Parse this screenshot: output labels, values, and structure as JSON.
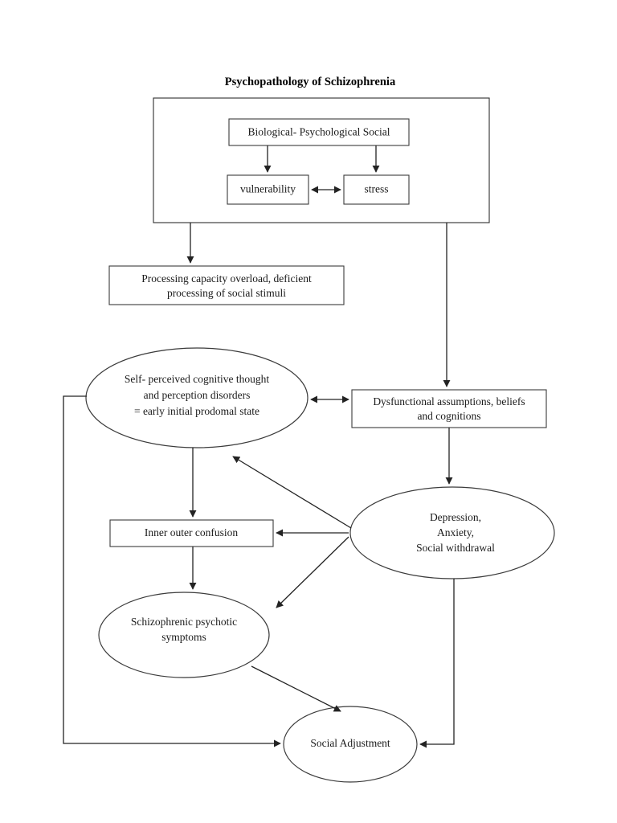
{
  "title": "Psychopathology of Schizophrenia",
  "nodes": {
    "biopsychosocial": {
      "label": "Biological- Psychological Social"
    },
    "vulnerability": {
      "label": "vulnerability"
    },
    "stress": {
      "label": "stress"
    },
    "processing": {
      "line1": "Processing capacity overload, deficient",
      "line2": "processing of social stimuli"
    },
    "self_perceived": {
      "line1": "Self- perceived cognitive thought",
      "line2": "and perception disorders",
      "line3": "= early initial prodomal state"
    },
    "dysfunctional": {
      "line1": "Dysfunctional assumptions, beliefs",
      "line2": "and cognitions"
    },
    "inner_outer": {
      "label": "Inner outer confusion"
    },
    "depression": {
      "line1": "Depression,",
      "line2": "Anxiety,",
      "line3": "Social withdrawal"
    },
    "schizophrenic": {
      "line1": "Schizophrenic psychotic",
      "line2": "symptoms"
    },
    "social_adjustment": {
      "label": "Social Adjustment"
    }
  },
  "colors": {
    "background": "#ffffff",
    "stroke": "#3b3b3b",
    "connector": "#232323",
    "text": "#1a1a1a"
  },
  "chart_data": {
    "type": "diagram",
    "title": "Psychopathology of Schizophrenia",
    "nodes": [
      {
        "id": "container",
        "shape": "rectangle",
        "label": ""
      },
      {
        "id": "biopsychosocial",
        "shape": "rectangle",
        "label": "Biological- Psychological Social"
      },
      {
        "id": "vulnerability",
        "shape": "rectangle",
        "label": "vulnerability"
      },
      {
        "id": "stress",
        "shape": "rectangle",
        "label": "stress"
      },
      {
        "id": "processing",
        "shape": "rectangle",
        "label": "Processing capacity overload, deficient processing of social stimuli"
      },
      {
        "id": "self_perceived",
        "shape": "ellipse",
        "label": "Self- perceived cognitive thought and perception disorders = early initial prodomal state"
      },
      {
        "id": "dysfunctional",
        "shape": "rectangle",
        "label": "Dysfunctional assumptions, beliefs and cognitions"
      },
      {
        "id": "inner_outer",
        "shape": "rectangle",
        "label": "Inner outer confusion"
      },
      {
        "id": "depression",
        "shape": "ellipse",
        "label": "Depression, Anxiety, Social withdrawal"
      },
      {
        "id": "schizophrenic",
        "shape": "ellipse",
        "label": "Schizophrenic psychotic symptoms"
      },
      {
        "id": "social_adjustment",
        "shape": "ellipse",
        "label": "Social Adjustment"
      }
    ],
    "edges": [
      {
        "from": "biopsychosocial",
        "to": "vulnerability",
        "arrow": "single"
      },
      {
        "from": "biopsychosocial",
        "to": "stress",
        "arrow": "single"
      },
      {
        "from": "vulnerability",
        "to": "stress",
        "arrow": "double"
      },
      {
        "from": "container",
        "to": "processing",
        "arrow": "single"
      },
      {
        "from": "container",
        "to": "dysfunctional",
        "arrow": "single"
      },
      {
        "from": "self_perceived",
        "to": "dysfunctional",
        "arrow": "double"
      },
      {
        "from": "self_perceived",
        "to": "inner_outer",
        "arrow": "single"
      },
      {
        "from": "dysfunctional",
        "to": "depression",
        "arrow": "single"
      },
      {
        "from": "depression",
        "to": "self_perceived",
        "arrow": "single"
      },
      {
        "from": "depression",
        "to": "inner_outer",
        "arrow": "single"
      },
      {
        "from": "depression",
        "to": "schizophrenic",
        "arrow": "single"
      },
      {
        "from": "depression",
        "to": "social_adjustment",
        "arrow": "single"
      },
      {
        "from": "inner_outer",
        "to": "schizophrenic",
        "arrow": "single"
      },
      {
        "from": "schizophrenic",
        "to": "social_adjustment",
        "arrow": "single"
      },
      {
        "from": "self_perceived",
        "to": "social_adjustment",
        "arrow": "single"
      }
    ]
  }
}
